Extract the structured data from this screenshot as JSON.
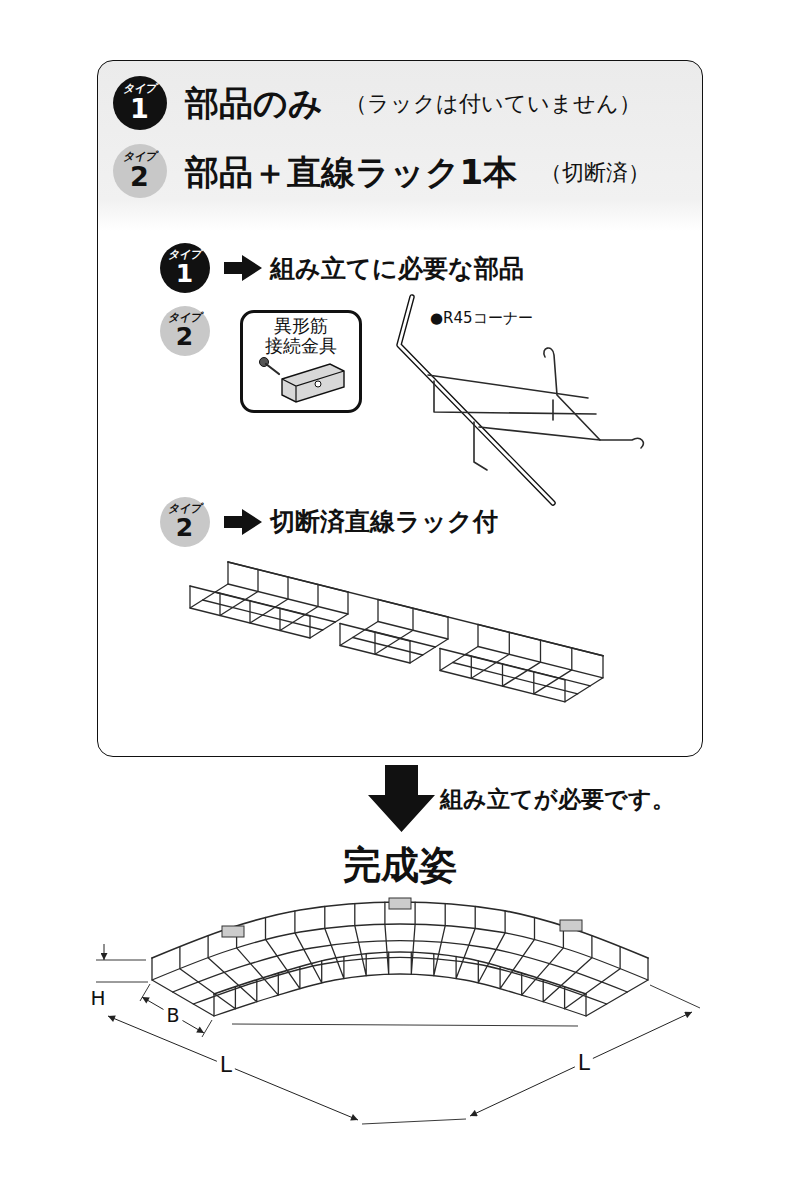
{
  "diagram": {
    "nodes": [
      {
        "text": [
          "部品のみ",
          "（ラックは付いていません）",
          "部品＋直線ラック1本",
          "（切断済）",
          "組み立てに必要な部品",
          "切断済直線ラック付"
        ]
      },
      {
        "text": [
          "タイプ",
          "1"
        ],
        "in": 0
      },
      {
        "text": [
          "タイプ",
          "2"
        ],
        "in": 0
      },
      {
        "text": [
          "タイプ",
          "1"
        ],
        "in": 0
      },
      {
        "text": [
          "タイプ",
          "2"
        ],
        "in": 0
      },
      {
        "text": [
          "異形筋 接続金具"
        ],
        "in": 0
      },
      {
        "text": [
          "タイプ",
          "2"
        ],
        "in": 0
      }
    ],
    "labels": [
      "●R45コーナー",
      "組み立てが必要です。",
      "完成姿",
      "H",
      "B",
      "L",
      "L"
    ]
  }
}
